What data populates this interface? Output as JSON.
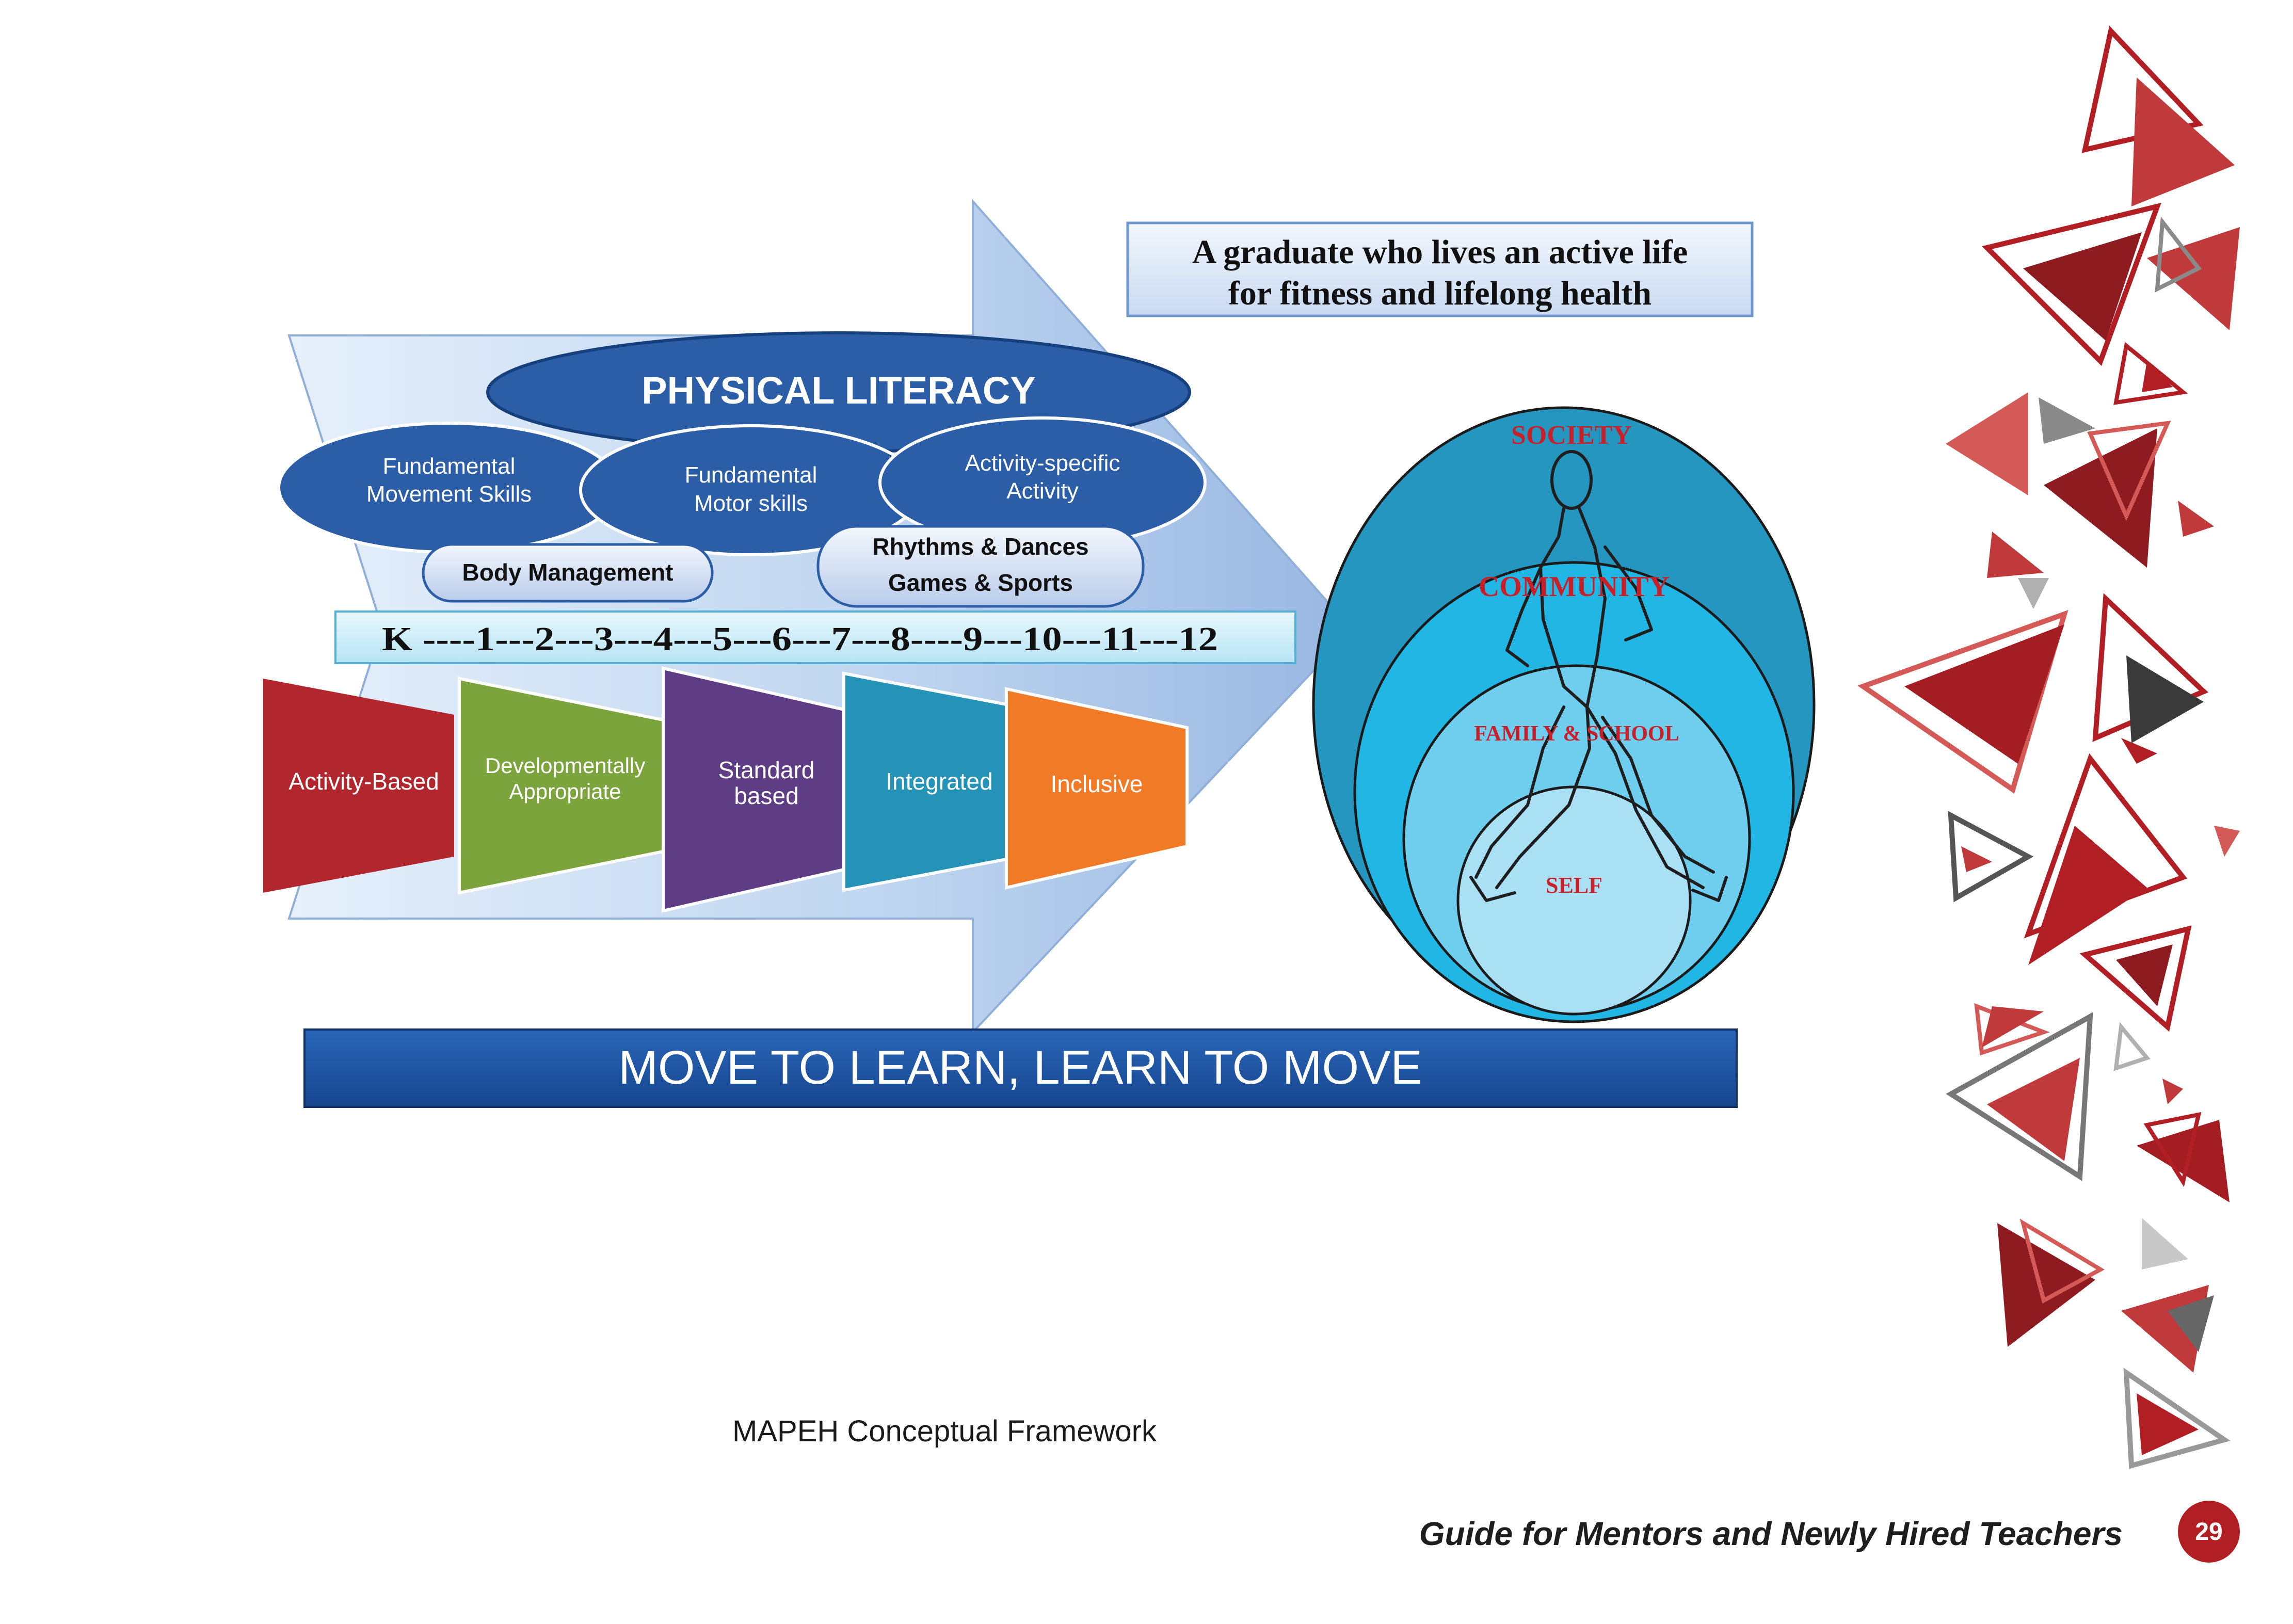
{
  "diagram": {
    "outcome_box": {
      "line1": "A graduate who lives an active life",
      "line2": "for fitness and lifelong health"
    },
    "physical_literacy": "PHYSICAL LITERACY",
    "skills": [
      {
        "line1": "Fundamental",
        "line2": "Movement Skills"
      },
      {
        "line1": "Fundamental",
        "line2": "Motor skills"
      },
      {
        "line1": "Activity-specific",
        "line2": "Activity"
      }
    ],
    "body_management": "Body Management",
    "rhythms": {
      "line1": "Rhythms & Dances",
      "line2": "Games & Sports"
    },
    "grade_scale": "K ----1---2---3---4---5---6---7---8----9---10---11---12",
    "approaches": [
      {
        "line1": "Activity-Based",
        "line2": "",
        "color": "#b2262d"
      },
      {
        "line1": "Developmentally",
        "line2": "Appropriate",
        "color": "#7ba43c"
      },
      {
        "line1": "Standard",
        "line2": "based",
        "color": "#5e3d85"
      },
      {
        "line1": "Integrated",
        "line2": "",
        "color": "#2592b8"
      },
      {
        "line1": "Inclusive",
        "line2": "",
        "color": "#f07a26"
      }
    ],
    "circles": [
      "SOCIETY",
      "COMMUNITY",
      "FAMILY & SCHOOL",
      "SELF"
    ],
    "banner": "MOVE TO LEARN, LEARN TO MOVE"
  },
  "caption": "MAPEH Conceptual Framework",
  "footer": {
    "title": "Guide for Mentors and Newly Hired Teachers",
    "page_number": "29"
  },
  "colors": {
    "accent_red": "#b11f24",
    "banner_blue": "#1d4f9c",
    "ellipse_blue": "#2b5ea6",
    "circle_red_text": "#c8202b"
  }
}
